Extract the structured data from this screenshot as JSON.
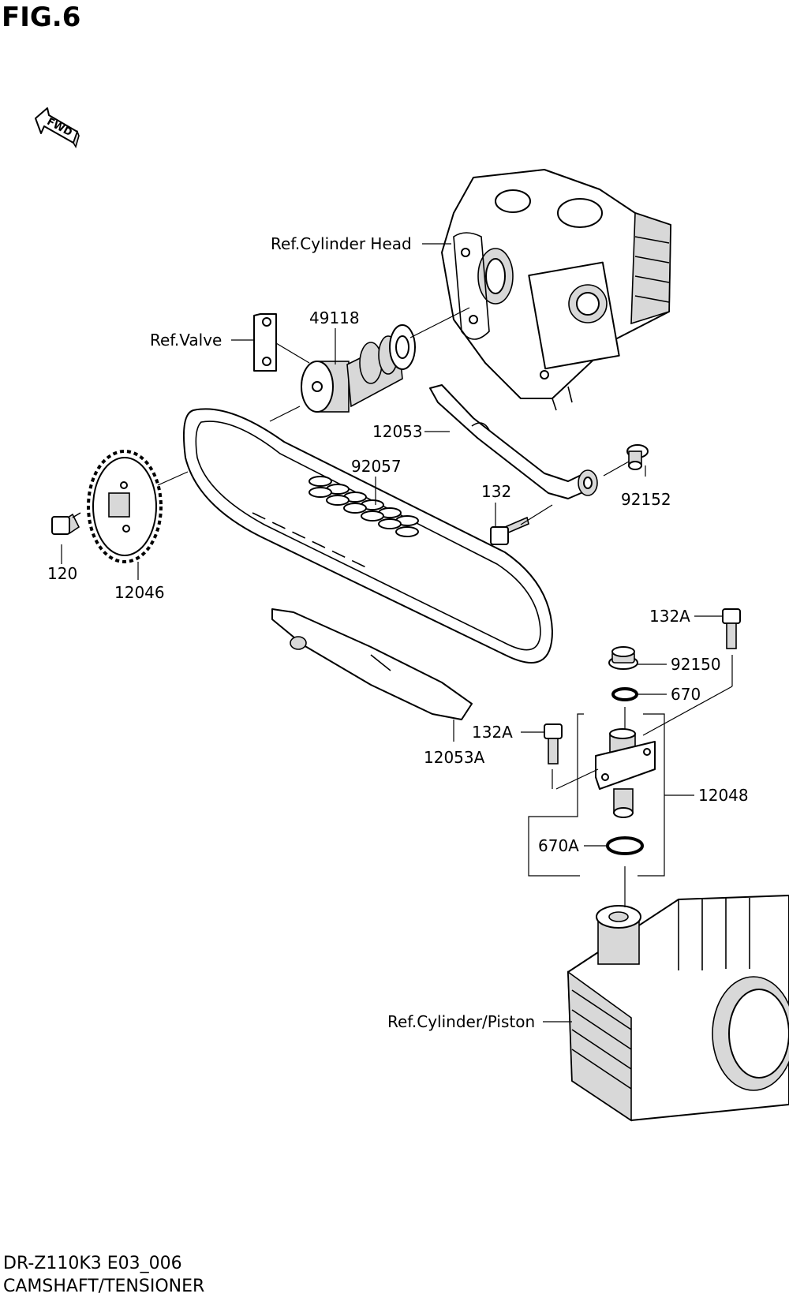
{
  "figure": {
    "title": "FIG.6",
    "fwd_label": "FWD",
    "model_code": "DR-Z110K3 E03_006",
    "section_title": "CAMSHAFT/TENSIONER"
  },
  "callouts": {
    "ref_cylinder_head": "Ref.Cylinder Head",
    "ref_valve": "Ref.Valve",
    "camshaft": "49118",
    "chain_guide": "12053",
    "cam_chain": "92057",
    "bolt_132": "132",
    "collar_92152": "92152",
    "bolt_120": "120",
    "sprocket": "12046",
    "bolt_132a_top": "132A",
    "plug_92150": "92150",
    "oring_670": "670",
    "bolt_132a_mid": "132A",
    "tensioner_guide": "12053A",
    "tensioner_assy": "12048",
    "oring_670a": "670A",
    "ref_cylinder_piston": "Ref.Cylinder/Piston"
  }
}
